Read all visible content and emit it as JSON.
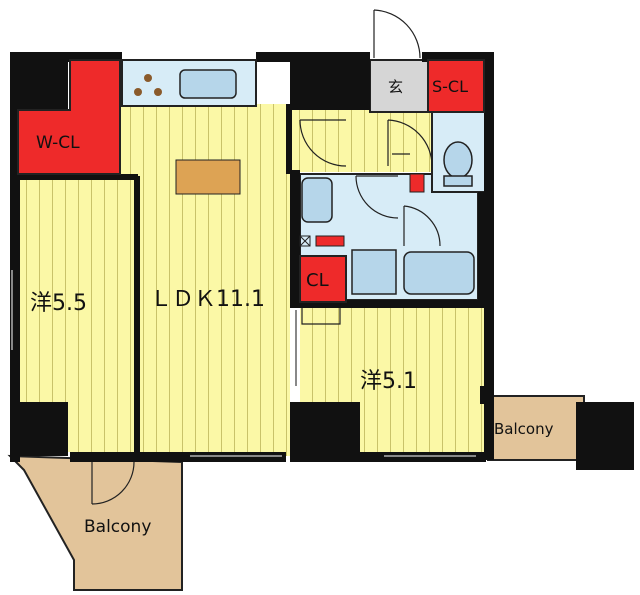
{
  "rooms": {
    "wcl": "W-CL",
    "western_left": "洋5.5",
    "ldk": "ＬＤＫ11.1",
    "entrance": "玄",
    "scl": "S-CL",
    "cl": "CL",
    "western_right": "洋5.1",
    "balcony_left": "Balcony",
    "balcony_right": "Balcony"
  },
  "colors": {
    "wall": "#111111",
    "room_fill": "#fbf8a6",
    "stripe": "#c9c26a",
    "closet": "#ee2a2a",
    "wet_area": "#d7ecf7",
    "balcony": "#e2c49a",
    "counter": "#dda354",
    "entrance": "#d6d6d6"
  }
}
